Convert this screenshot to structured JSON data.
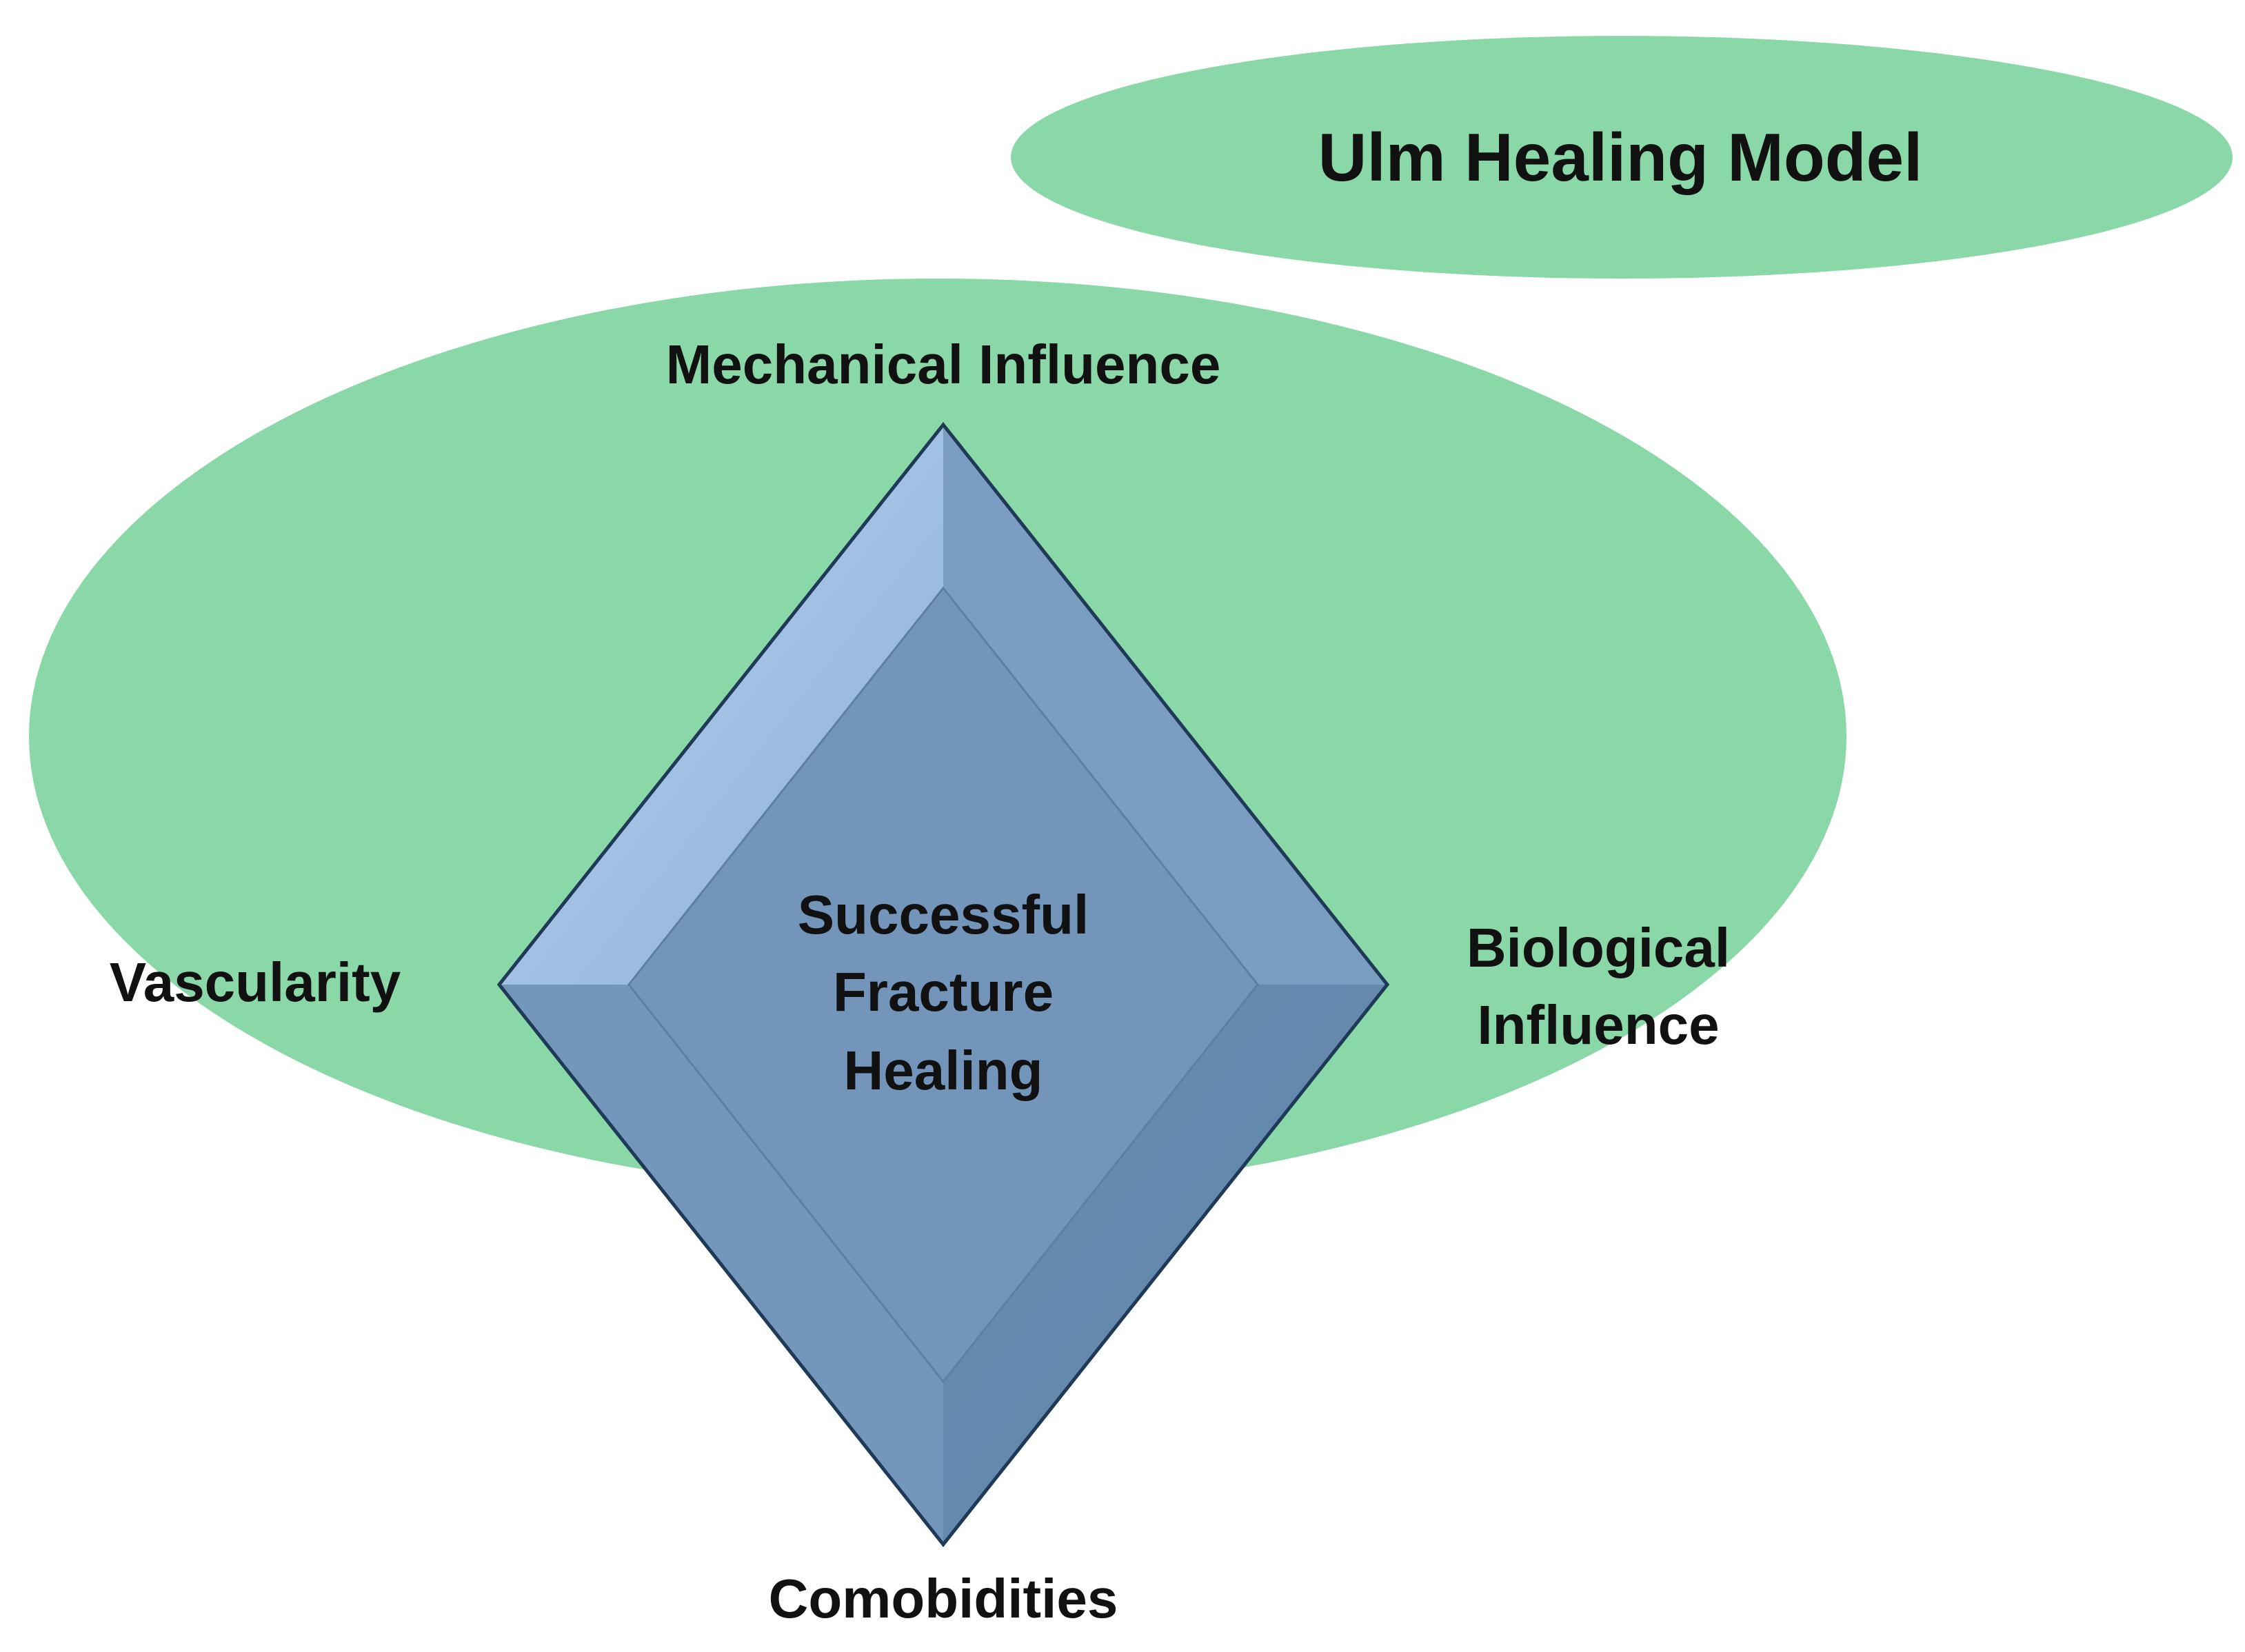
{
  "title": "Ulm Healing Model",
  "center": {
    "line1": "Successful",
    "line2": "Fracture",
    "line3": "Healing"
  },
  "factors": {
    "top": "Mechanical Influence",
    "left": "Vascularity",
    "right_line1": "Biological",
    "right_line2": "Influence",
    "bottom": "Comobidities"
  },
  "colors": {
    "ellipse": "#8AD7A8",
    "diamond": "#7395BA",
    "diamond_edge": "#1F3A56",
    "text": "#111111"
  }
}
